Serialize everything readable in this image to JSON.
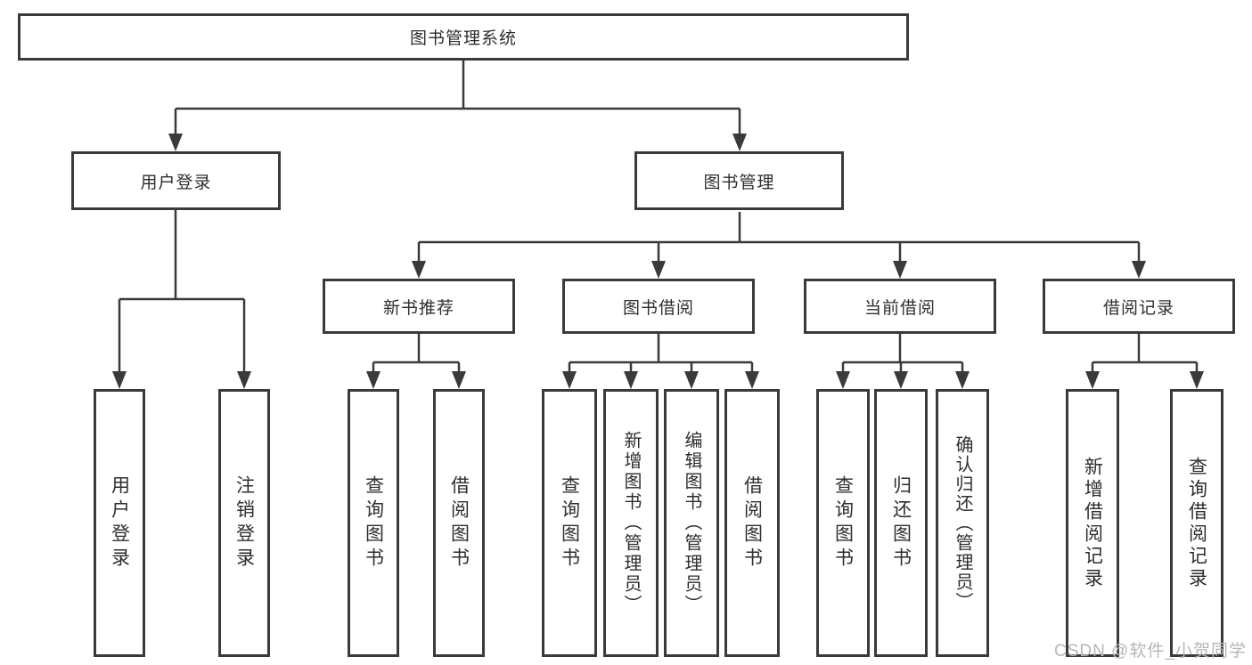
{
  "diagram": {
    "root": {
      "label": "图书管理系统"
    },
    "branches": [
      {
        "label": "用户登录",
        "children": [
          {
            "label": "用户登录"
          },
          {
            "label": "注销登录"
          }
        ]
      },
      {
        "label": "图书管理",
        "children": [
          {
            "label": "新书推荐",
            "children": [
              {
                "label": "查询图书"
              },
              {
                "label": "借阅图书"
              }
            ]
          },
          {
            "label": "图书借阅",
            "children": [
              {
                "label": "查询图书"
              },
              {
                "label": "新增图书（管理员）"
              },
              {
                "label": "编辑图书（管理员）"
              },
              {
                "label": "借阅图书"
              }
            ]
          },
          {
            "label": "当前借阅",
            "children": [
              {
                "label": "查询图书"
              },
              {
                "label": "归还图书"
              },
              {
                "label": "确认归还（管理员）"
              }
            ]
          },
          {
            "label": "借阅记录",
            "children": [
              {
                "label": "新增借阅记录"
              },
              {
                "label": "查询借阅记录"
              }
            ]
          }
        ]
      }
    ],
    "watermark": "CSDN @软件_小贺同学",
    "colors": {
      "line": "#3a3a3a",
      "box_border": "#3a3a3a",
      "text": "#2e2e2e",
      "watermark": "#b6b6b6",
      "background": "#ffffff"
    }
  }
}
